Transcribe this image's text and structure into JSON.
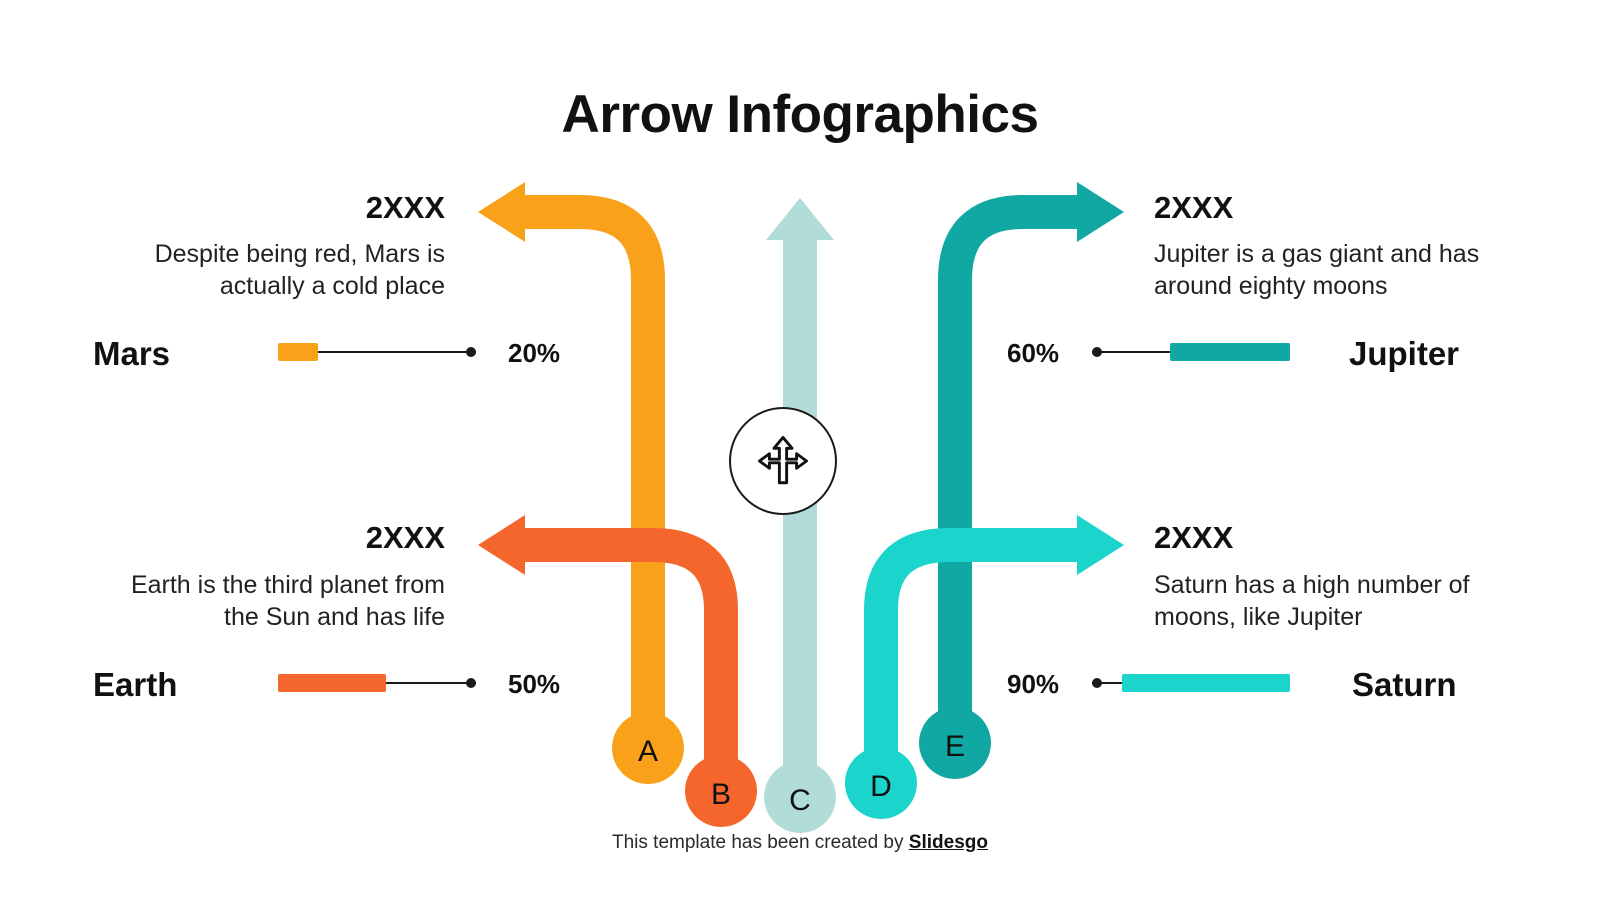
{
  "slide": {
    "title": "Arrow Infographics",
    "background_color": "#ffffff"
  },
  "center_badge": {
    "icon": "three-way-arrow-icon"
  },
  "palette": {
    "orange": "#F9A11B",
    "orange_red": "#F4662B",
    "pale_teal": "#B2DCD8",
    "turquoise": "#1BD4CC",
    "deep_teal": "#11A8A4",
    "ink": "#111111"
  },
  "nodes": [
    {
      "letter": "A",
      "color": "#F9A11B"
    },
    {
      "letter": "B",
      "color": "#F4662B"
    },
    {
      "letter": "C",
      "color": "#B2DCD8"
    },
    {
      "letter": "D",
      "color": "#1BD4CC"
    },
    {
      "letter": "E",
      "color": "#11A8A4"
    }
  ],
  "items": [
    {
      "id": "mars",
      "year": "2XXX",
      "description": "Despite being red, Mars is actually a cold place",
      "planet": "Mars",
      "percent": "20%",
      "percent_value": 20,
      "color": "#F9A11B",
      "side": "left"
    },
    {
      "id": "earth",
      "year": "2XXX",
      "description": "Earth is the third planet from the Sun and has life",
      "planet": "Earth",
      "percent": "50%",
      "percent_value": 50,
      "color": "#F4662B",
      "side": "left"
    },
    {
      "id": "jupiter",
      "year": "2XXX",
      "description": "Jupiter is a gas giant and has around eighty moons",
      "planet": "Jupiter",
      "percent": "60%",
      "percent_value": 60,
      "color": "#11A8A4",
      "side": "right"
    },
    {
      "id": "saturn",
      "year": "2XXX",
      "description": "Saturn has a high number of moons, like Jupiter",
      "planet": "Saturn",
      "percent": "90%",
      "percent_value": 90,
      "color": "#1BD4CC",
      "side": "right"
    }
  ],
  "footer": {
    "text": "This template has been created by ",
    "brand": "Slidesgo"
  }
}
